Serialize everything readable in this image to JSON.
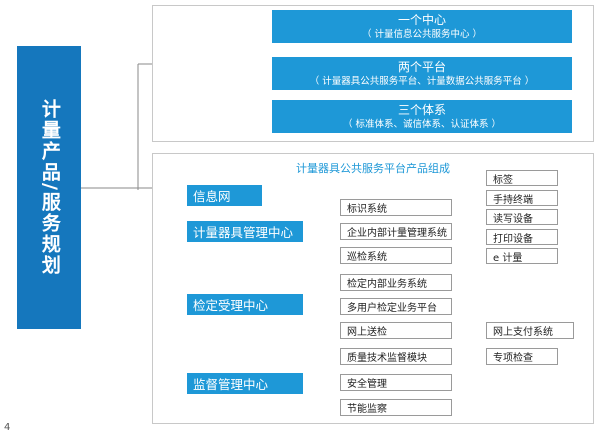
{
  "left_title": "计量产品/服务规划",
  "top": [
    {
      "title": "一个中心",
      "sub": "（ 计量信息公共服务中心 ）"
    },
    {
      "title": "两个平台",
      "sub": "（ 计量器具公共服务平台、计量数据公共服务平台 ）"
    },
    {
      "title": "三个体系",
      "sub": "（ 标准体系、诚信体系、认证体系 ）"
    }
  ],
  "panel_title": "计量器具公共服务平台产品组成",
  "categories": {
    "info_net": "信息网",
    "instrument_center": "计量器具管理中心",
    "verification_center": "检定受理中心",
    "supervision_center": "监督管理中心"
  },
  "instrument_items": [
    "标识系统",
    "企业内部计量管理系统",
    "巡检系统"
  ],
  "label_items": [
    "标签",
    "手持终端",
    "读写设备",
    "打印设备"
  ],
  "e_measure": "e 计量",
  "verification_items": [
    "检定内部业务系统",
    "多用户检定业务平台",
    "网上送检"
  ],
  "online_payment": "网上支付系统",
  "supervision_items": [
    "质量技术监督模块",
    "安全管理",
    "节能监察"
  ],
  "special_inspection": "专项检查",
  "page_number": "4"
}
